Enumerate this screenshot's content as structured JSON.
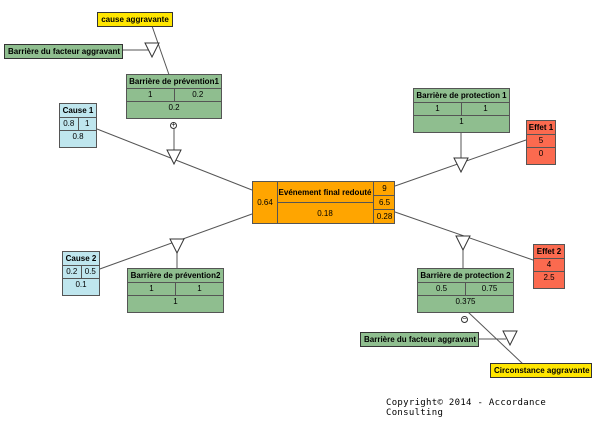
{
  "aggravating_cause_top": "cause aggravante",
  "aggravating_factor_barrier_top": "Barrière du facteur aggravant",
  "prevention_barrier_1": {
    "title": "Barrière de prévention1",
    "a": "1",
    "b": "0.2",
    "result": "0.2"
  },
  "cause_1": {
    "title": "Cause 1",
    "a": "0.8",
    "b": "1",
    "result": "0.8"
  },
  "cause_2": {
    "title": "Cause 2",
    "a": "0.2",
    "b": "0.5",
    "result": "0.1"
  },
  "prevention_barrier_2": {
    "title": "Barrière de prévention2",
    "a": "1",
    "b": "1",
    "result": "1"
  },
  "top_event": {
    "left": "0.64",
    "title": "Evénement final redouté",
    "bottom": "0.18",
    "r1": "9",
    "r2": "6.5",
    "r3": "0.28"
  },
  "protection_barrier_1": {
    "title": "Barrière de protection 1",
    "a": "1",
    "b": "1",
    "result": "1"
  },
  "protection_barrier_2": {
    "title": "Barrière de protection 2",
    "a": "0.5",
    "b": "0.75",
    "result": "0.375"
  },
  "effect_1": {
    "title": "Effet 1",
    "v1": "5",
    "v2": "0"
  },
  "effect_2": {
    "title": "Effet 2",
    "v1": "4",
    "v2": "2.5"
  },
  "aggravating_factor_barrier_bottom": "Barrière du facteur aggravant",
  "aggravating_circumstance_bottom": "Circonstance aggravante",
  "markers": {
    "plus": "+",
    "minus": "−"
  },
  "copyright": "Copyright© 2014 - Accordance Consulting",
  "colors": {
    "barrier": "#8fbe8f",
    "cause": "#bfe6ee",
    "effect": "#fb6a4f",
    "event": "#ffa500",
    "aggravating": "#ffe600"
  }
}
